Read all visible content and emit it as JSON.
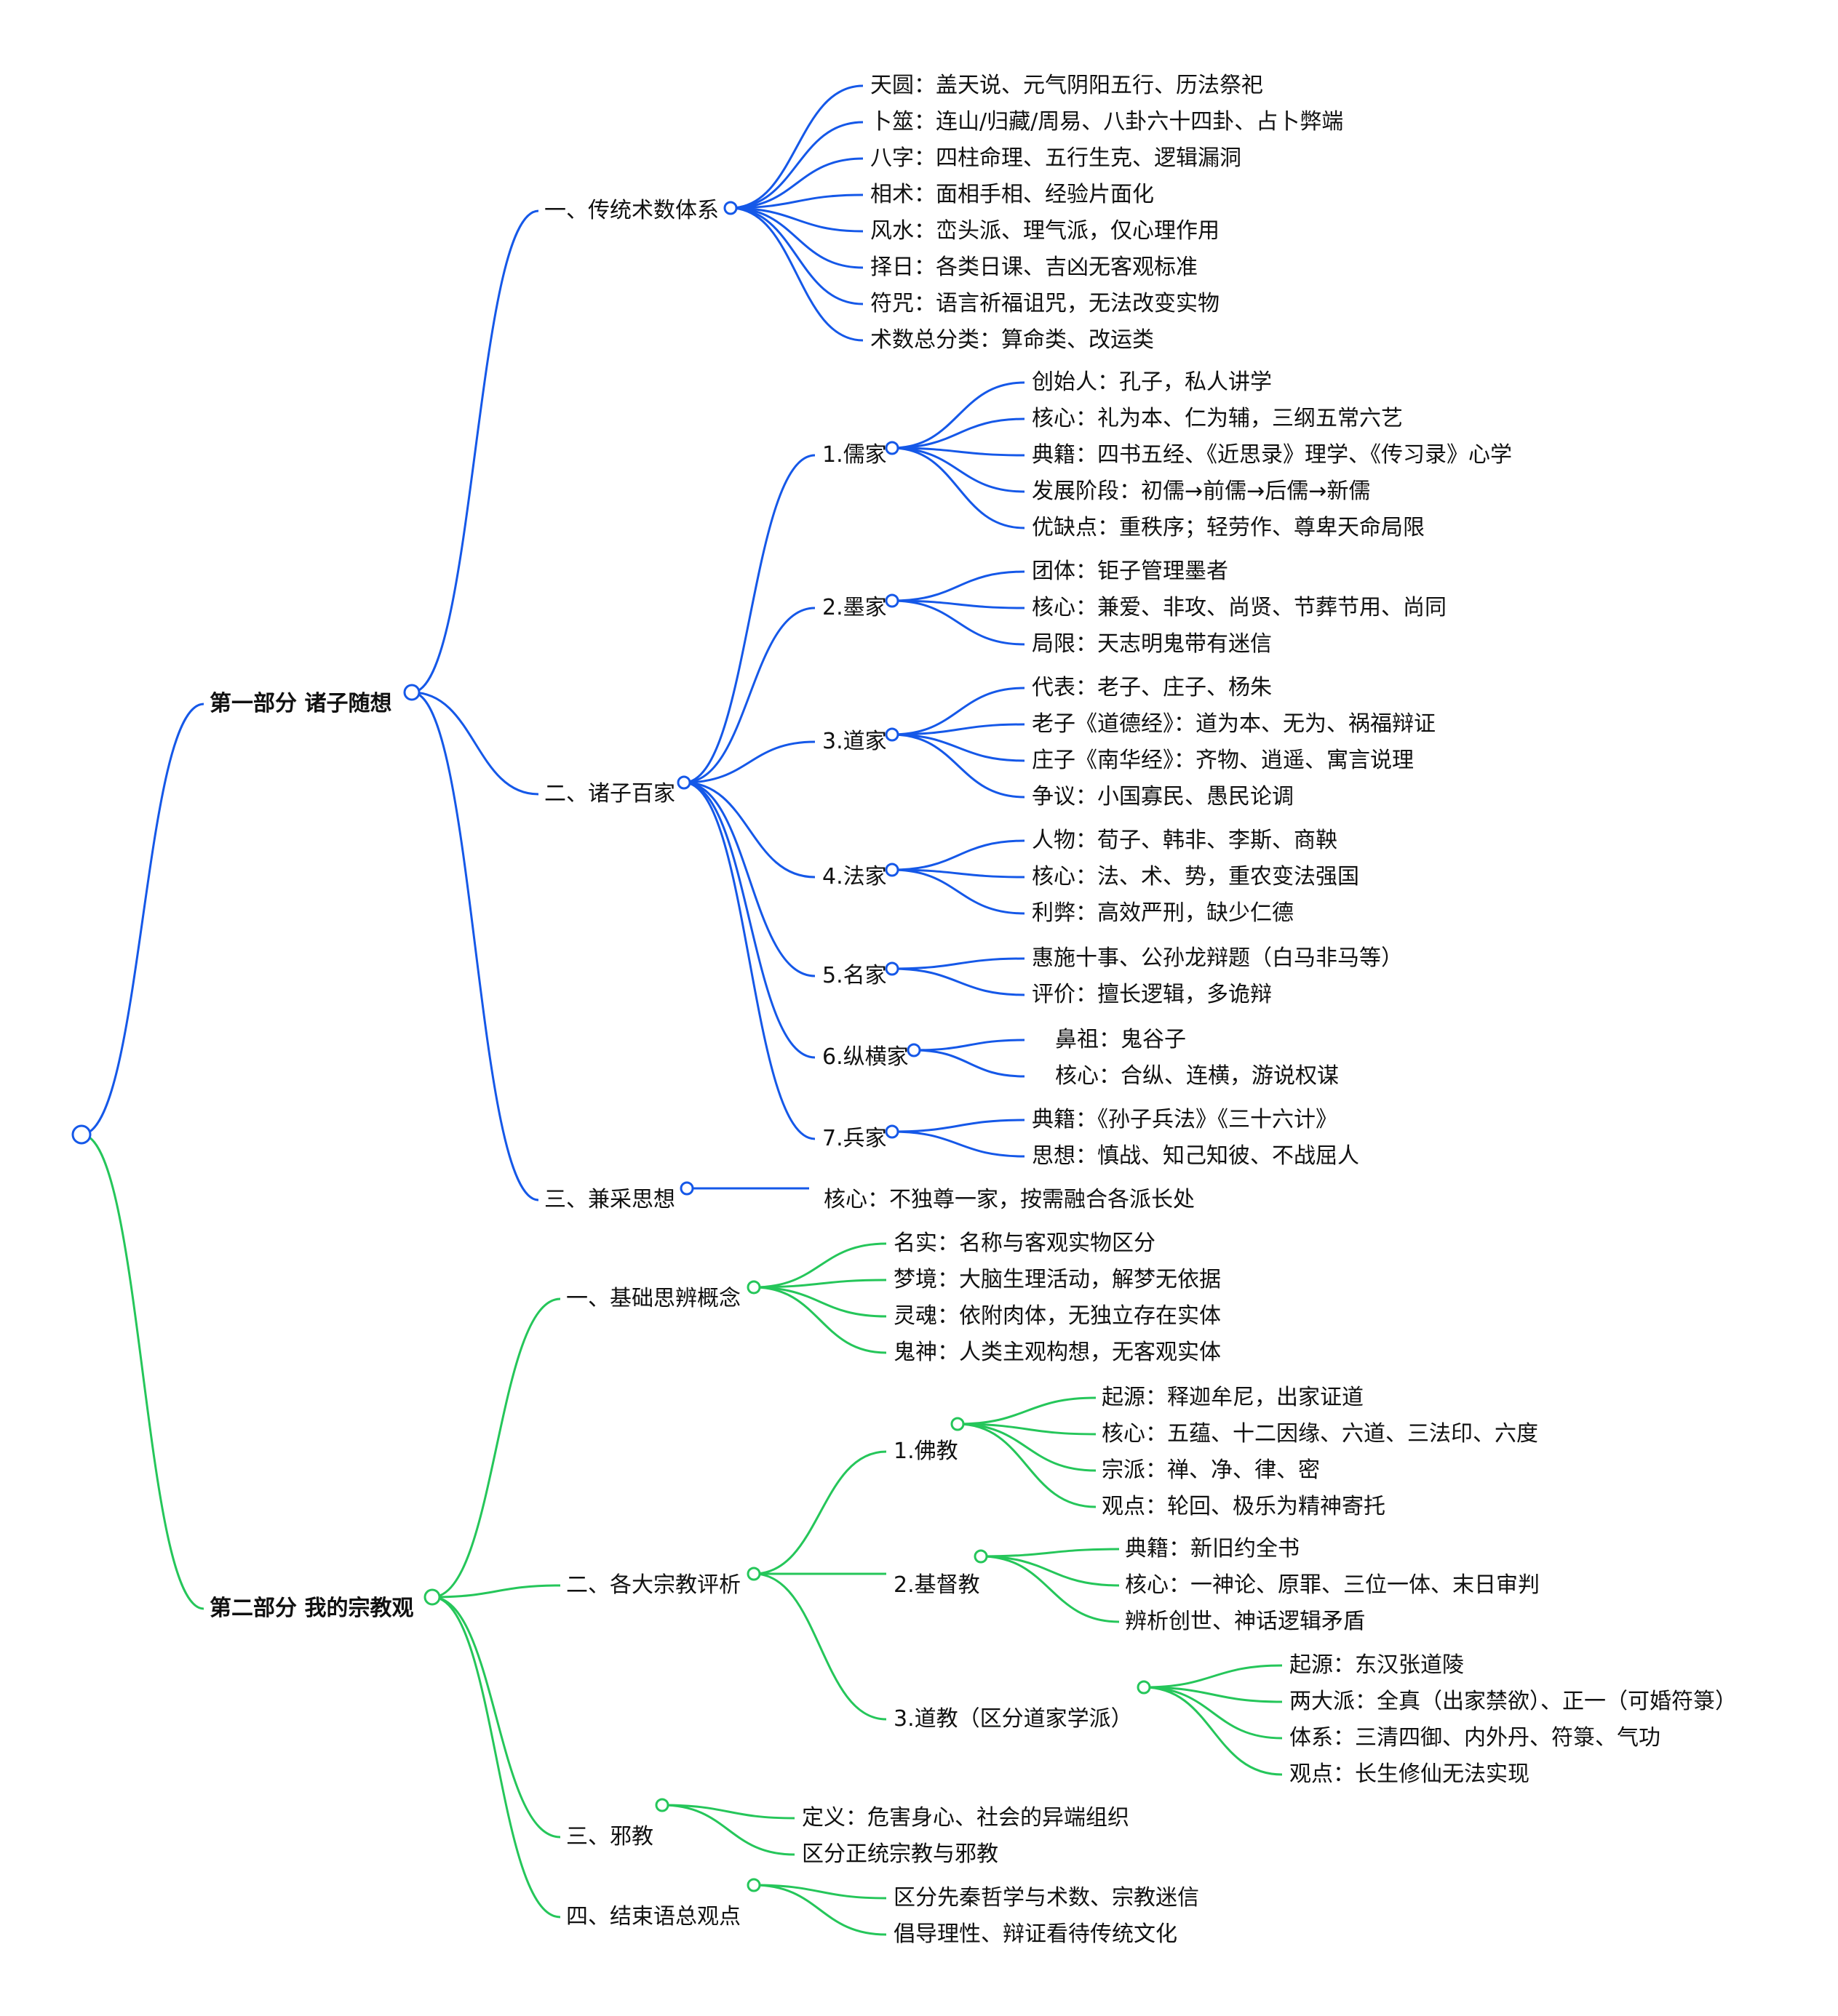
{
  "colors": {
    "blue": "#1558e8",
    "green": "#25c65a"
  },
  "part1": {
    "title": "第一部分 诸子随想",
    "s1": {
      "title": "一、传统术数体系",
      "items": [
        "天圆：盖天说、元气阴阳五行、历法祭祀",
        "卜筮：连山/归藏/周易、八卦六十四卦、占卜弊端",
        "八字：四柱命理、五行生克、逻辑漏洞",
        "相术：面相手相、经验片面化",
        "风水：峦头派、理气派，仅心理作用",
        "择日：各类日课、吉凶无客观标准",
        "符咒：语言祈福诅咒，无法改变实物",
        "术数总分类：算命类、改运类"
      ]
    },
    "s2": {
      "title": "二、诸子百家",
      "schools": [
        {
          "name": "1.儒家",
          "items": [
            "创始人：孔子，私人讲学",
            "核心：礼为本、仁为辅，三纲五常六艺",
            "典籍：四书五经、《近思录》理学、《传习录》心学",
            "发展阶段：初儒→前儒→后儒→新儒",
            "优缺点：重秩序；轻劳作、尊卑天命局限"
          ]
        },
        {
          "name": "2.墨家",
          "items": [
            "团体：钜子管理墨者",
            "核心：兼爱、非攻、尚贤、节葬节用、尚同",
            "局限：天志明鬼带有迷信"
          ]
        },
        {
          "name": "3.道家",
          "items": [
            "代表：老子、庄子、杨朱",
            "老子《道德经》：道为本、无为、祸福辩证",
            "庄子《南华经》：齐物、逍遥、寓言说理",
            "争议：小国寡民、愚民论调"
          ]
        },
        {
          "name": "4.法家",
          "items": [
            "人物：荀子、韩非、李斯、商鞅",
            "核心：法、术、势，重农变法强国",
            "利弊：高效严刑，缺少仁德"
          ]
        },
        {
          "name": "5.名家",
          "items": [
            "惠施十事、公孙龙辩题（白马非马等）",
            "评价：擅长逻辑，多诡辩"
          ]
        },
        {
          "name": "6.纵横家",
          "items": [
            "鼻祖：鬼谷子",
            "核心：合纵、连横，游说权谋"
          ]
        },
        {
          "name": "7.兵家",
          "items": [
            "典籍：《孙子兵法》《三十六计》",
            "思想：慎战、知己知彼、不战屈人"
          ]
        }
      ]
    },
    "s3": {
      "title": "三、兼采思想",
      "items": [
        "核心：不独尊一家，按需融合各派长处"
      ]
    }
  },
  "part2": {
    "title": "第二部分 我的宗教观",
    "s1": {
      "title": "一、基础思辨概念",
      "items": [
        "名实：名称与客观实物区分",
        "梦境：大脑生理活动，解梦无依据",
        "灵魂：依附肉体，无独立存在实体",
        "鬼神：人类主观构想，无客观实体"
      ]
    },
    "s2": {
      "title": "二、各大宗教评析",
      "religions": [
        {
          "name": "1.佛教",
          "items": [
            "起源：释迦牟尼，出家证道",
            "核心：五蕴、十二因缘、六道、三法印、六度",
            "宗派：禅、净、律、密",
            "观点：轮回、极乐为精神寄托"
          ]
        },
        {
          "name": "2.基督教",
          "items": [
            "典籍：新旧约全书",
            "核心：一神论、原罪、三位一体、末日审判",
            "辨析创世、神话逻辑矛盾"
          ]
        },
        {
          "name": "3.道教（区分道家学派）",
          "items": [
            "起源：东汉张道陵",
            "两大派：全真（出家禁欲）、正一（可婚符箓）",
            "体系：三清四御、内外丹、符箓、气功",
            "观点：长生修仙无法实现"
          ]
        }
      ]
    },
    "s3": {
      "title": "三、邪教",
      "items": [
        "定义：危害身心、社会的异端组织",
        "区分正统宗教与邪教"
      ]
    },
    "s4": {
      "title": "四、结束语总观点",
      "items": [
        "区分先秦哲学与术数、宗教迷信",
        "倡导理性、辩证看待传统文化"
      ]
    }
  }
}
